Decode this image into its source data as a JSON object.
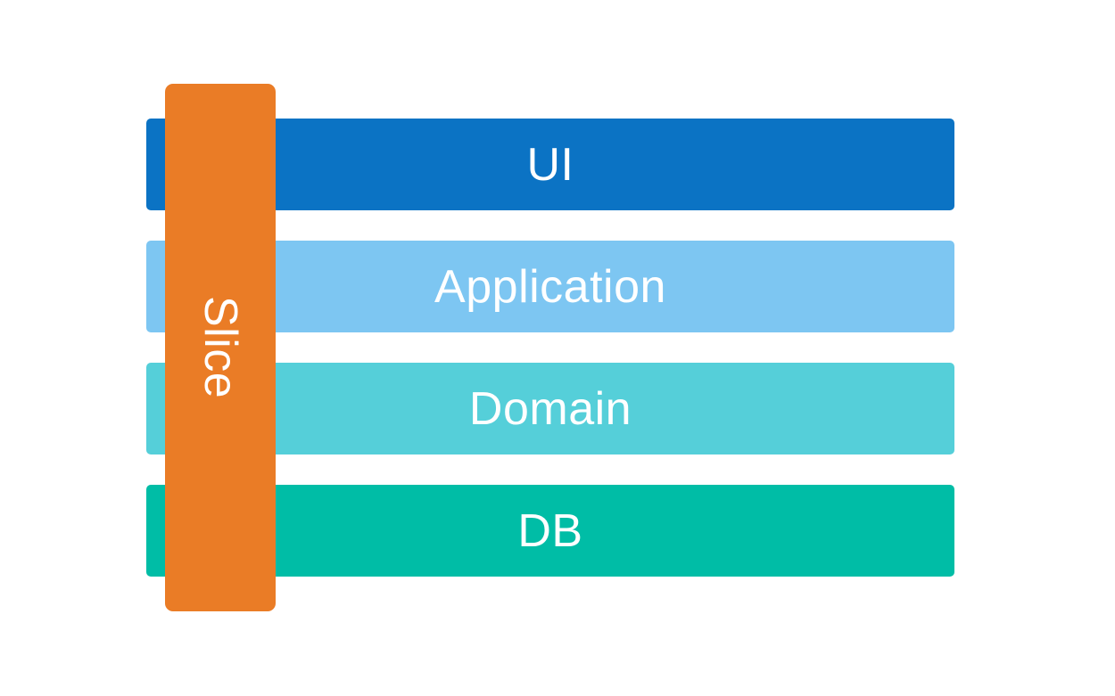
{
  "diagram": {
    "name": "layered-architecture-with-vertical-slice",
    "background_color": "#ffffff",
    "text_color": "#ffffff",
    "layers": [
      {
        "label": "UI",
        "color": "#0b73c4"
      },
      {
        "label": "Application",
        "color": "#7dc6f2"
      },
      {
        "label": "Domain",
        "color": "#55cfd9"
      },
      {
        "label": "DB",
        "color": "#00bda6"
      }
    ],
    "slice": {
      "label": "Slice",
      "color": "#ea7c26",
      "orientation": "vertical"
    }
  }
}
